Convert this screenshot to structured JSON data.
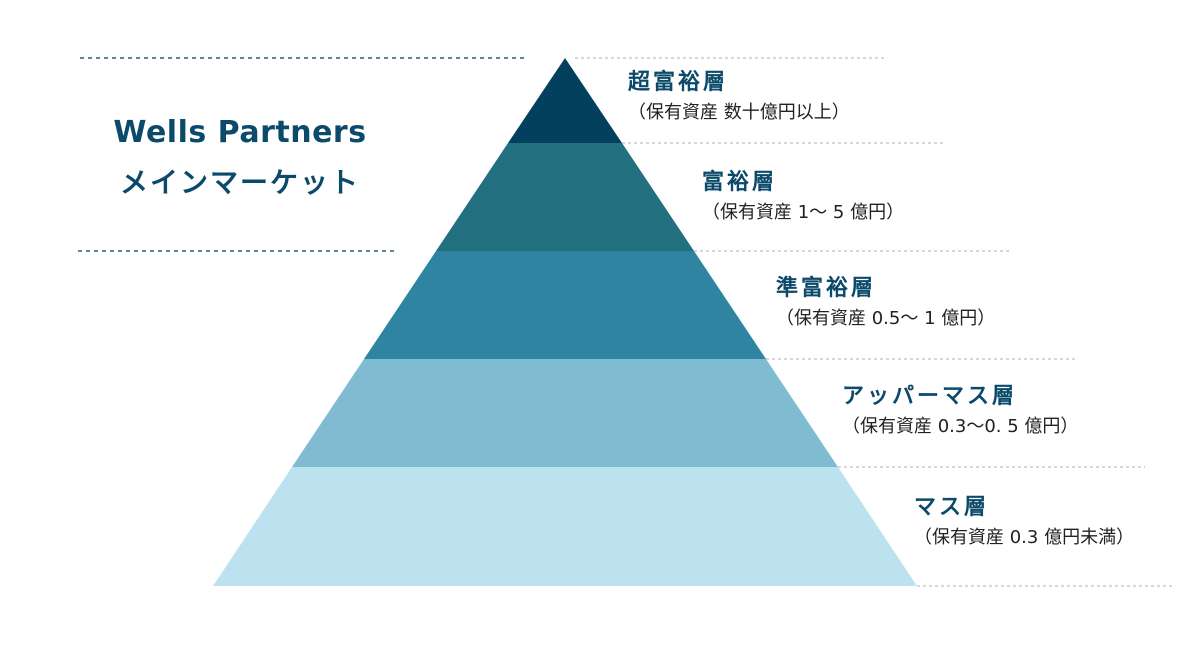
{
  "market_label": {
    "line1": "Wells Partners",
    "line2": "メインマーケット"
  },
  "tiers": [
    {
      "name": "超富裕層",
      "assets": "（保有資産 数十億円以上）",
      "color": "#02405e"
    },
    {
      "name": "富裕層",
      "assets": "（保有資産 1～ 5 億円）",
      "color": "#226f80"
    },
    {
      "name": "準富裕層",
      "assets": "（保有資産 0.5～ 1 億円）",
      "color": "#2f85a1"
    },
    {
      "name": "アッパーマス層",
      "assets": "（保有資産 0.3～0. 5 億円）",
      "color": "#7fbcd1"
    },
    {
      "name": "マス層",
      "assets": "（保有資産 0.3 億円未満）",
      "color": "#bce2ef"
    }
  ],
  "line_color": "#2b5f78"
}
